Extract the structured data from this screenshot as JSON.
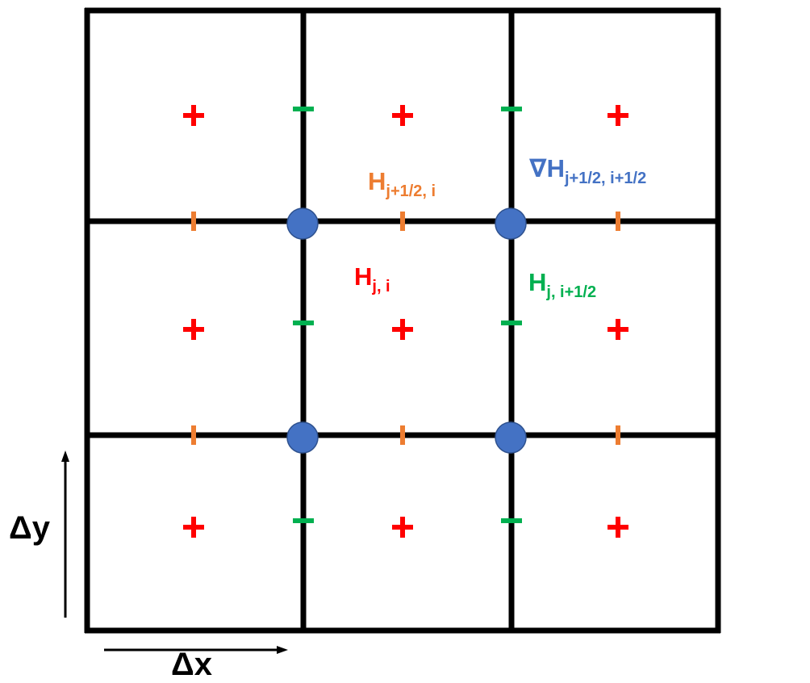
{
  "colors": {
    "grid_line": "#000000",
    "cell_center": "#ff0000",
    "x_face": "#00b050",
    "y_face": "#ed7d31",
    "vertex": "#4472c4",
    "vertex_stroke": "#2f528f",
    "text_dark": "#000000"
  },
  "grid": {
    "columns": 3,
    "rows": 3
  },
  "labels": {
    "cell_center": {
      "base": "H",
      "sub": "j, i"
    },
    "y_face": {
      "base": "H",
      "sub": "j+1/2, i"
    },
    "x_face": {
      "base": "H",
      "sub": "j, i+1/2"
    },
    "vertex_gradient": {
      "base": "∇H",
      "sub": "j+1/2, i+1/2"
    }
  },
  "axes": {
    "x": {
      "label": "Δx",
      "direction": "right"
    },
    "y": {
      "label": "Δy",
      "direction": "up"
    }
  },
  "markers": {
    "cell_center_glyph": "plus-icon",
    "x_face_glyph": "horizontal-dash-icon",
    "y_face_glyph": "vertical-dash-icon",
    "vertex_glyph": "filled-circle-icon"
  }
}
